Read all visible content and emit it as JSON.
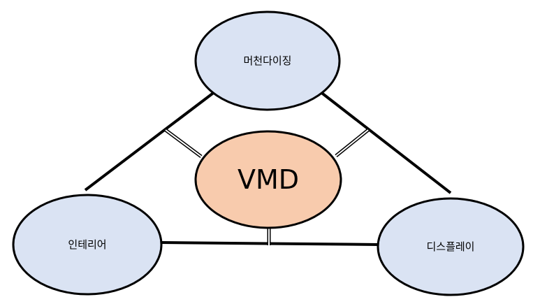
{
  "diagram": {
    "nodes": {
      "merchandising": {
        "label": "머천다이징"
      },
      "interior": {
        "label": "인테리어"
      },
      "display": {
        "label": "디스플레이"
      },
      "center": {
        "label": "VMD"
      }
    }
  },
  "colors": {
    "outer_fill": "#dae3f3",
    "center_fill": "#f8cbad",
    "stroke": "#000000"
  }
}
